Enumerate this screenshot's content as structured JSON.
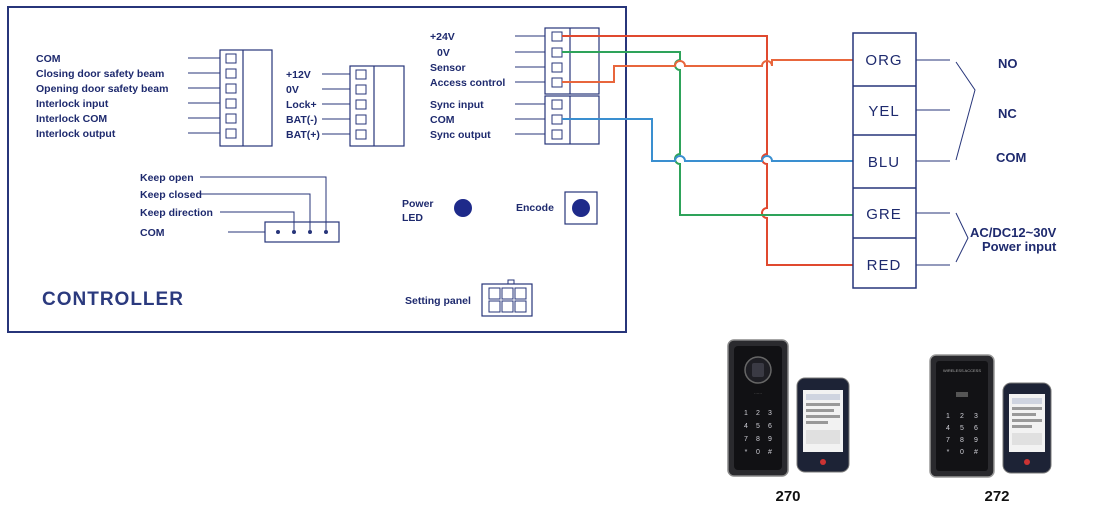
{
  "controller": {
    "title": "CONTROLLER",
    "left_terminals": [
      "COM",
      "Closing door safety beam",
      "Opening door safety beam",
      "Interlock input",
      "Interlock  COM",
      "Interlock  output"
    ],
    "middle_terminals": [
      "+12V",
      "0V",
      "Lock+",
      "BAT(-)",
      "BAT(+)"
    ],
    "right_terminals_top": [
      "+24V",
      "0V",
      "Sensor",
      "Access control"
    ],
    "right_terminals_bottom": [
      "Sync input",
      "COM",
      "Sync output"
    ],
    "mode_switch": [
      "Keep open",
      "Keep closed",
      "Keep direction",
      "COM"
    ],
    "power_led": [
      "Power",
      "LED"
    ],
    "encode": "Encode",
    "setting_panel": "Setting panel"
  },
  "receiver_wires": [
    "ORG",
    "YEL",
    "BLU",
    "GRE",
    "RED"
  ],
  "outputs": {
    "no": "NO",
    "nc": "NC",
    "com": "COM",
    "power": [
      "AC/DC12~30V",
      "Power input"
    ]
  },
  "products": [
    {
      "model": "270"
    },
    {
      "model": "272"
    }
  ],
  "colors": {
    "frame": "#27357a",
    "orange": "#e8663c",
    "green": "#2ea35a",
    "blue": "#3a8fd0",
    "red": "#e0492f"
  }
}
